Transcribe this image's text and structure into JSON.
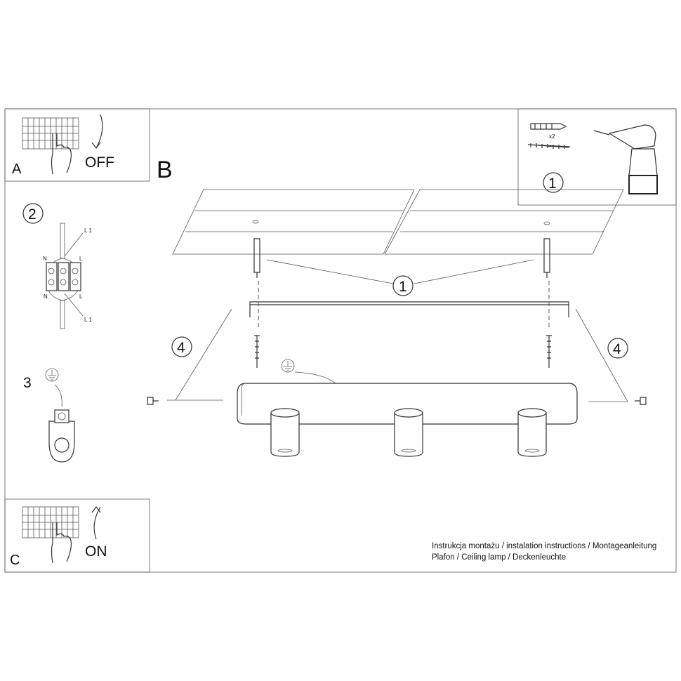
{
  "panels": {
    "a": {
      "letter": "A",
      "label": "OFF"
    },
    "c": {
      "letter": "C",
      "label": "ON"
    },
    "b": {
      "letter": "B"
    },
    "supplies": {
      "step": "1",
      "quantity": "x2"
    },
    "wiring": {
      "step": "2",
      "labels": [
        "L 1",
        "N",
        "L",
        "N",
        "L",
        "L 1"
      ]
    },
    "ground": {
      "step": "3"
    },
    "main_steps": {
      "ceiling": "1",
      "left_screw": "4",
      "right_screw": "4"
    }
  },
  "caption": {
    "line1": "Instrukcja montażu / instalation instructions / Montageanleitung",
    "line2": "Plafon / Ceiling lamp / Deckenleuchte"
  }
}
